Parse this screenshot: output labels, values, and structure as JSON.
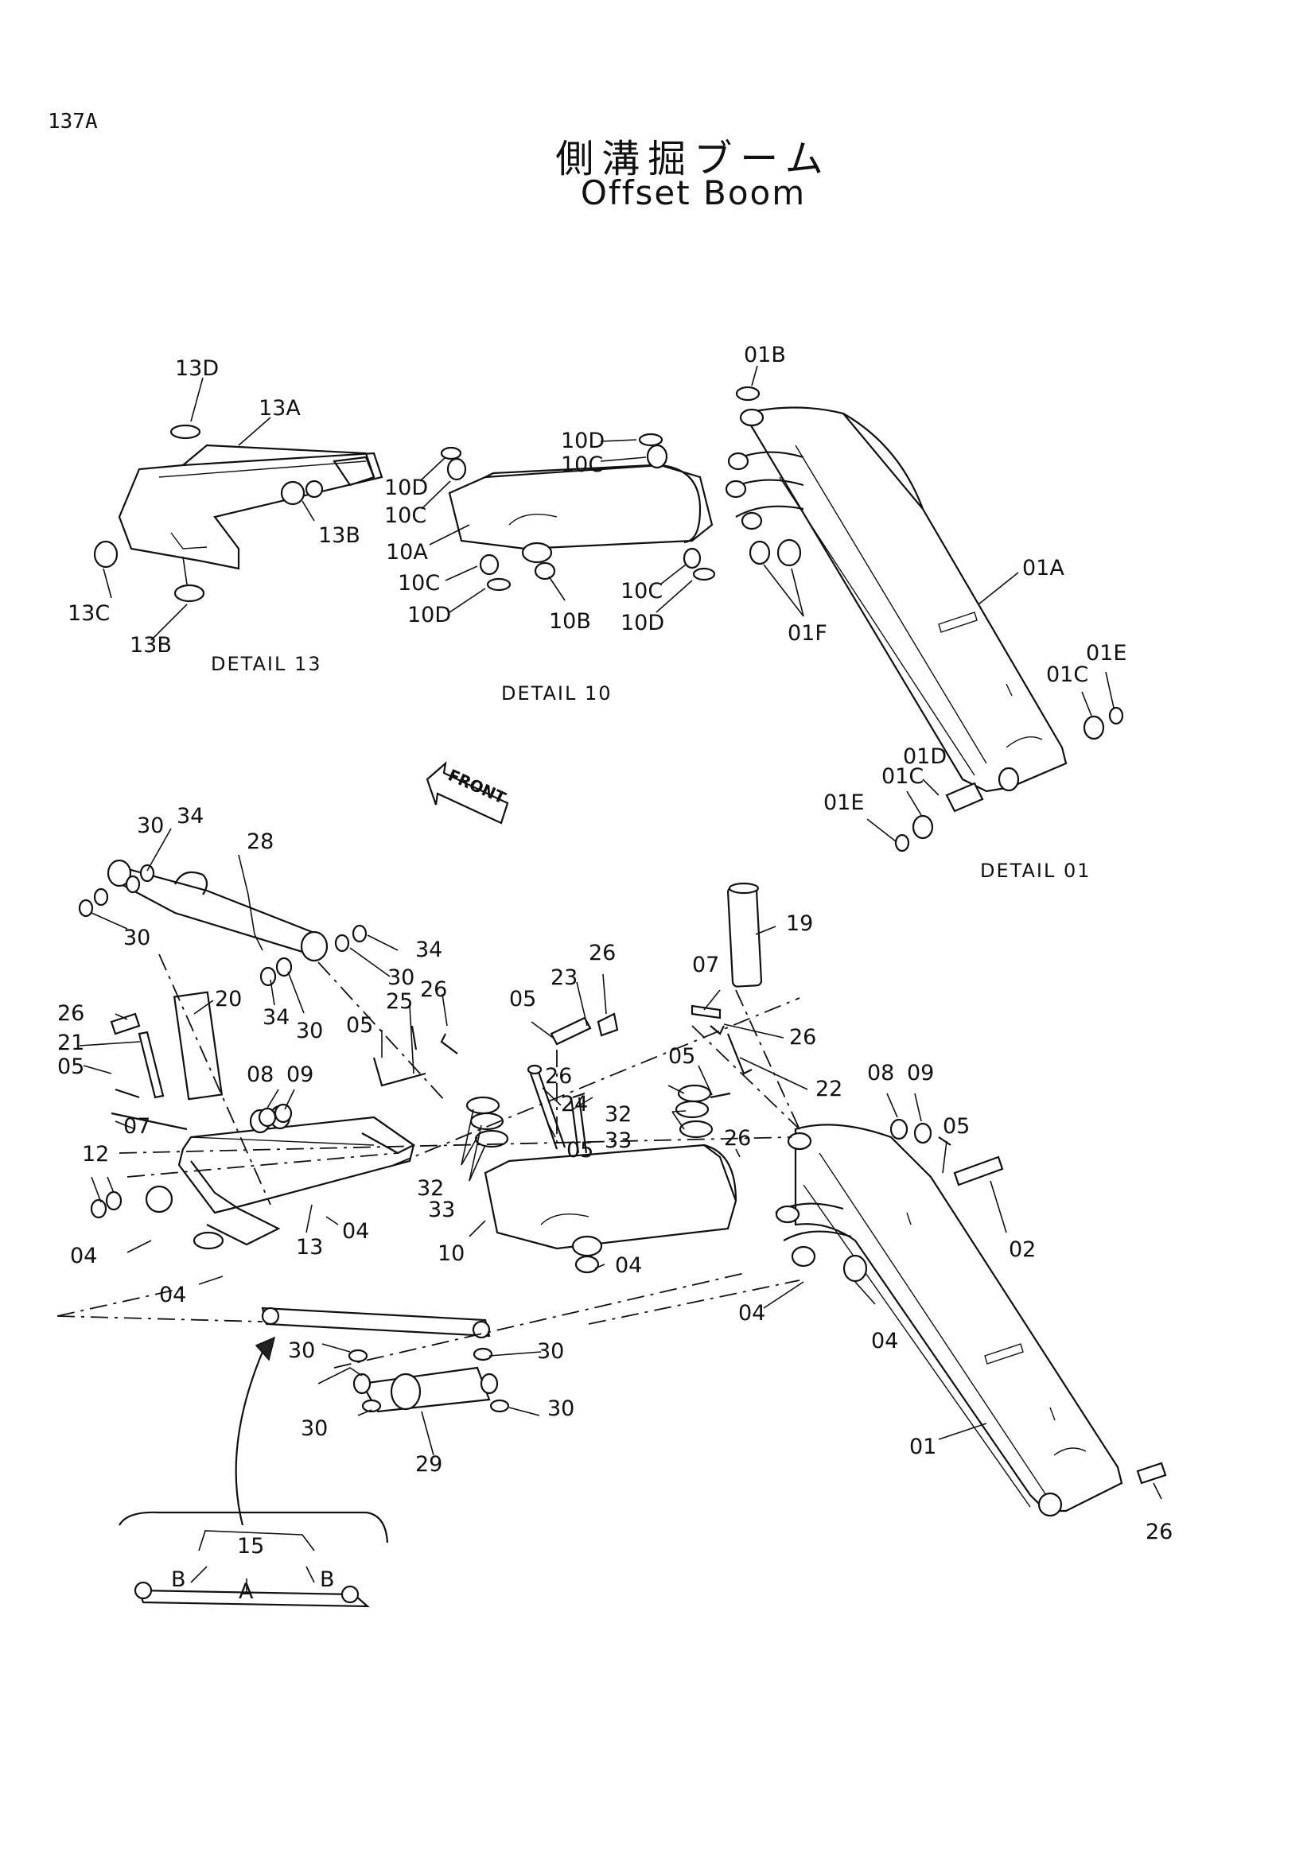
{
  "page_code": "137A",
  "title_jp": "側溝掘ブーム",
  "title_en": "Offset Boom",
  "front_marker": "FRONT",
  "details": {
    "d13": "DETAIL 13",
    "d10": "DETAIL 10",
    "d01": "DETAIL 01"
  },
  "labels": {
    "d13_13D": "13D",
    "d13_13A": "13A",
    "d13_13B_r": "13B",
    "d13_13C": "13C",
    "d13_13B_b": "13B",
    "d10_10D_l": "10D",
    "d10_10C_l": "10C",
    "d10_10A": "10A",
    "d10_10C_bl": "10C",
    "d10_10D_bl": "10D",
    "d10_10B": "10B",
    "d10_10D_t": "10D",
    "d10_10C_t": "10C",
    "d10_10C_br": "10C",
    "d10_10D_br": "10D",
    "d01_01B": "01B",
    "d01_01A": "01A",
    "d01_01F": "01F",
    "d01_01E_r": "01E",
    "d01_01C_r": "01C",
    "d01_01D": "01D",
    "d01_01C_l": "01C",
    "d01_01E_l": "01E",
    "m_30_a": "30",
    "m_34_a": "34",
    "m_28": "28",
    "m_30_b": "30",
    "m_34_b": "34",
    "m_30_c": "30",
    "m_34_c": "34",
    "m_30_d": "30",
    "m_20": "20",
    "m_26_a": "26",
    "m_21": "21",
    "m_05_a": "05",
    "m_08_a": "08",
    "m_09_a": "09",
    "m_07_a": "07",
    "m_12": "12",
    "m_04_a": "04",
    "m_04_b": "04",
    "m_13": "13",
    "m_04_c": "04",
    "m_05_b": "05",
    "m_25": "25",
    "m_26_b": "26",
    "m_05_c": "05",
    "m_23": "23",
    "m_26_c": "26",
    "m_26_d": "26",
    "m_24": "24",
    "m_05_d": "05",
    "m_32_a": "32",
    "m_33_a": "33",
    "m_10": "10",
    "m_04_d": "04",
    "m_32_b": "32",
    "m_33_b": "33",
    "m_26_e": "26",
    "m_19": "19",
    "m_07_b": "07",
    "m_26_f": "26",
    "m_05_e": "05",
    "m_22": "22",
    "m_08_b": "08",
    "m_09_b": "09",
    "m_05_f": "05",
    "m_02": "02",
    "m_04_e": "04",
    "m_04_f": "04",
    "m_01": "01",
    "m_26_g": "26",
    "m_30_e": "30",
    "m_30_f": "30",
    "m_30_g": "30",
    "m_30_h": "30",
    "m_29": "29",
    "m_15": "15",
    "m_B_l": "B",
    "m_A": "A",
    "m_B_r": "B"
  }
}
